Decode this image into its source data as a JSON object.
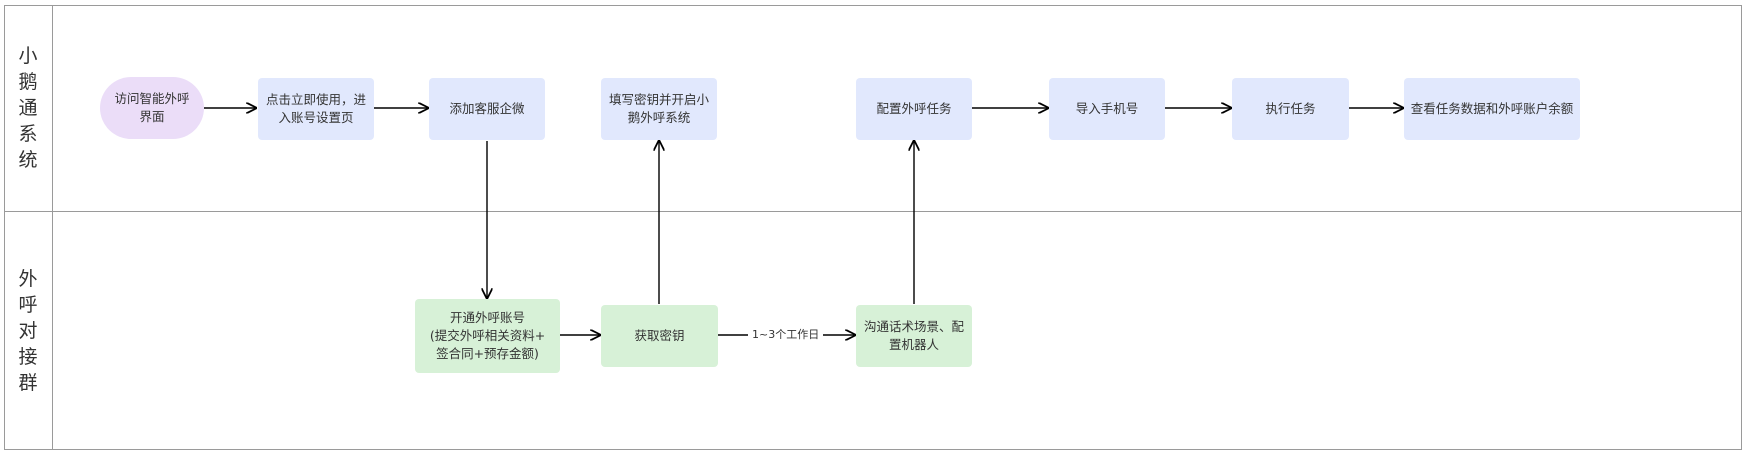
{
  "lanes": [
    {
      "id": "xiaoe",
      "label_chars": [
        "小",
        "鹅",
        "通",
        "系",
        "统"
      ]
    },
    {
      "id": "waihu",
      "label_chars": [
        "外",
        "呼",
        "对",
        "接",
        "群"
      ]
    }
  ],
  "nodes": {
    "visit": {
      "line1": "访问智能外呼",
      "line2": "界面"
    },
    "click_use": {
      "line1": "点击立即使用，进",
      "line2": "入账号设置页"
    },
    "add_wecom": {
      "line1": "添加客服企微"
    },
    "fill_key": {
      "line1": "填写密钥并开启小",
      "line2": "鹅外呼系统"
    },
    "config_task": {
      "line1": "配置外呼任务"
    },
    "import_phone": {
      "line1": "导入手机号"
    },
    "run_task": {
      "line1": "执行任务"
    },
    "view_data": {
      "line1": "查看任务数据和外呼账户余额"
    },
    "open_account": {
      "line1": "开通外呼账号",
      "line2": "(提交外呼相关资料+",
      "line3": "签合同+预存金额)"
    },
    "get_key": {
      "line1": "获取密钥"
    },
    "communicate": {
      "line1": "沟通话术场景、配",
      "line2": "置机器人"
    }
  },
  "edge_labels": {
    "get_key_to_communicate": "1~3个工作日"
  },
  "colors": {
    "blue": "#e1e8fd",
    "green": "#d7f1d7",
    "purple": "#ebddf8",
    "line": "#000000",
    "border": "#9a9a9a"
  }
}
